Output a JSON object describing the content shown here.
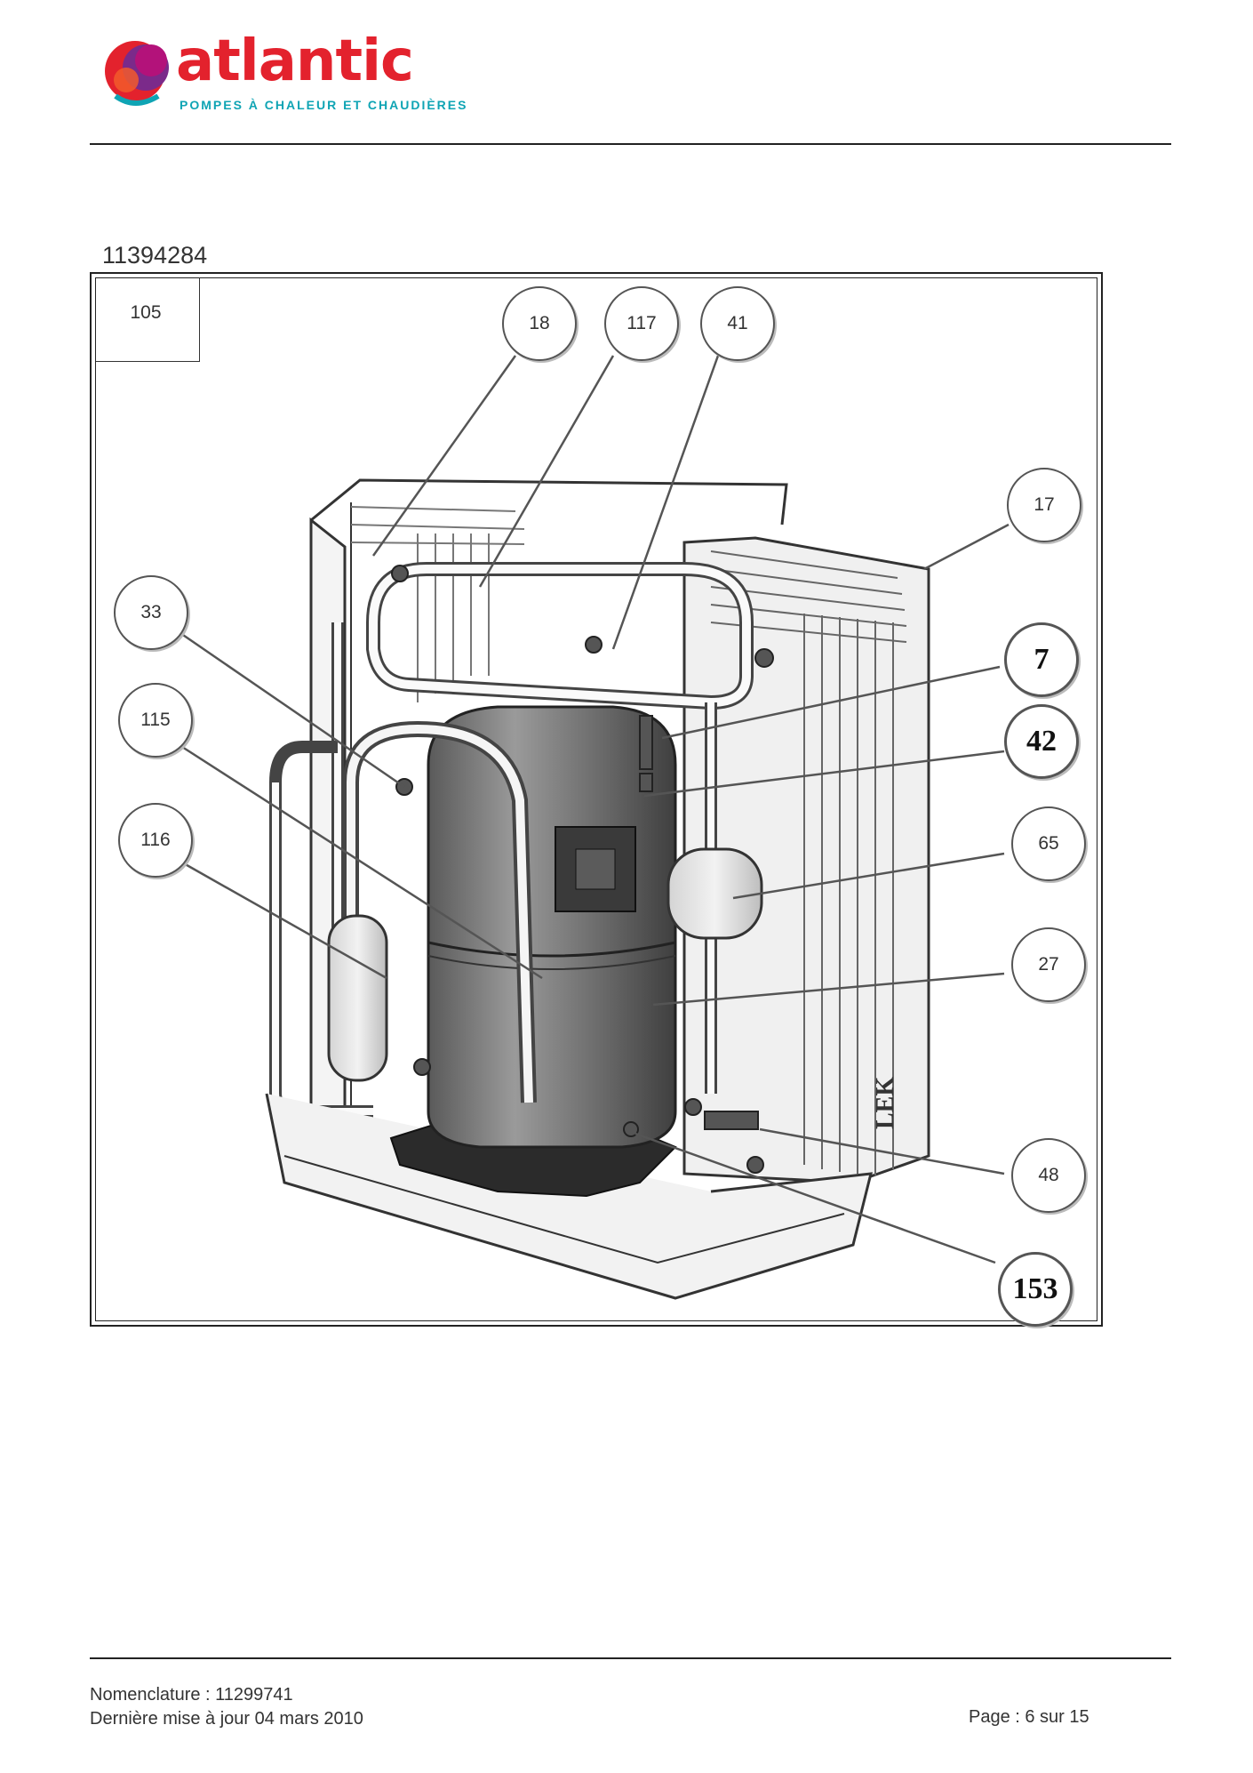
{
  "header": {
    "brand_name": "atlantic",
    "brand_tagline": "POMPES À CHALEUR ET CHAUDIÈRES",
    "colors": {
      "brand_red": "#e3222d",
      "brand_purple": "#7b2a8a",
      "brand_teal": "#0fa4b4"
    }
  },
  "document": {
    "number": "11394284"
  },
  "diagram": {
    "reference_label": "105",
    "stamp_text": "LEK",
    "callouts": [
      "18",
      "117",
      "41",
      "17",
      "33",
      "7",
      "115",
      "42",
      "116",
      "65",
      "27",
      "48",
      "153"
    ]
  },
  "footer": {
    "nomenclature": "Nomenclature : 11299741",
    "updated": "Dernière mise à jour 04 mars 2010",
    "page": "Page : 6 sur 15"
  }
}
